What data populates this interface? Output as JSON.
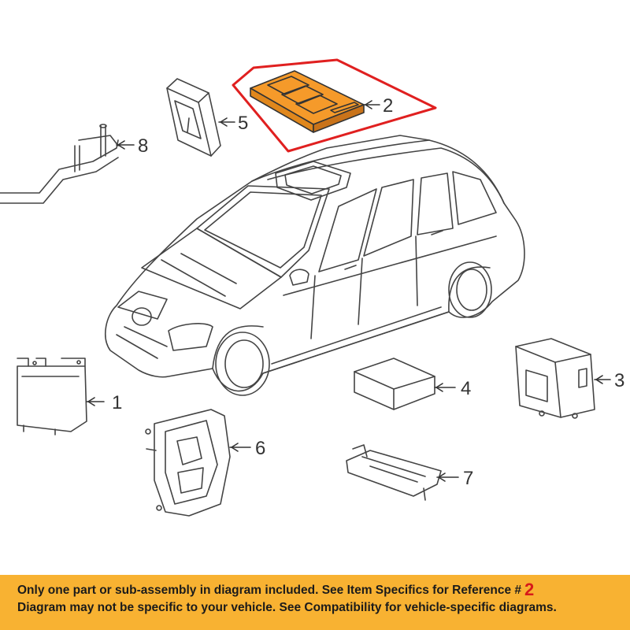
{
  "callouts": [
    {
      "id": "1",
      "label": "1"
    },
    {
      "id": "2",
      "label": "2"
    },
    {
      "id": "3",
      "label": "3"
    },
    {
      "id": "4",
      "label": "4"
    },
    {
      "id": "5",
      "label": "5"
    },
    {
      "id": "6",
      "label": "6"
    },
    {
      "id": "7",
      "label": "7"
    },
    {
      "id": "8",
      "label": "8"
    }
  ],
  "highlight": {
    "part": "2",
    "fill_color": "#f59a2a",
    "outline_color": "#e02020"
  },
  "banner": {
    "line1": "Only one part or sub-assembly in diagram included. See Item Specifics for Reference #",
    "reference_number": "2",
    "line2": "Diagram may not be specific to your vehicle. See Compatibility for vehicle-specific diagrams.",
    "background_color": "#f8b232",
    "reference_color": "#d71a1a"
  }
}
